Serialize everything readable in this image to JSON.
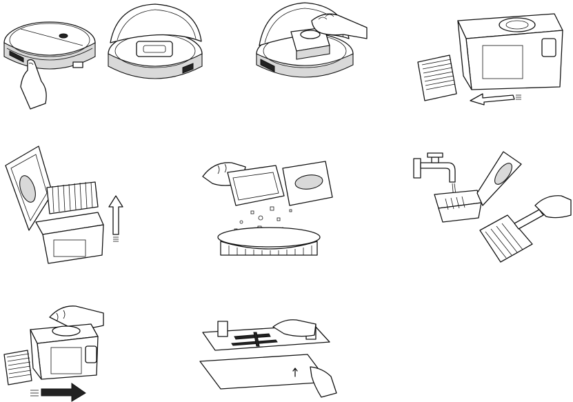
{
  "document": {
    "kind": "maintenance-illustration-sheet",
    "panels": [
      {
        "id": "open-robot-lid",
        "icon": "robot-vacuum-lid-open-icon"
      },
      {
        "id": "lift-dust-bin",
        "icon": "dust-bin-removal-icon"
      },
      {
        "id": "remove-filter",
        "icon": "filter-removal-icon"
      },
      {
        "id": "lift-filter-from-bin",
        "icon": "filter-lift-icon"
      },
      {
        "id": "empty-dust-bin",
        "icon": "empty-bin-icon"
      },
      {
        "id": "rinse-bin-and-brush-filter",
        "icon": "rinse-bin-icon"
      },
      {
        "id": "reinsert-filter",
        "icon": "insert-filter-icon"
      },
      {
        "id": "replace-mop-cloth",
        "icon": "mop-cloth-icon"
      }
    ]
  },
  "colors": {
    "line": "#111111",
    "background": "#ffffff",
    "shade": "#d9d9d9"
  }
}
